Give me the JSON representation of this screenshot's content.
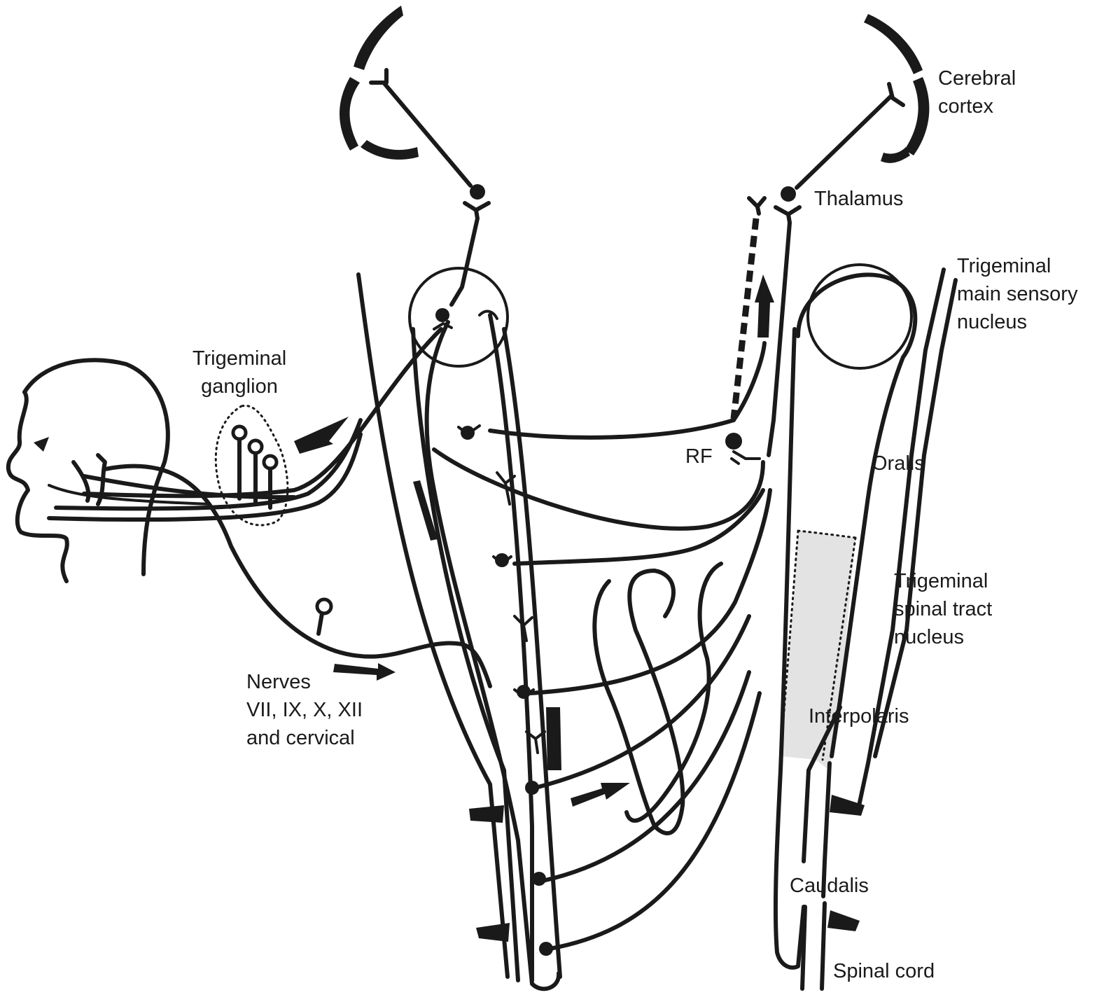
{
  "labels": {
    "cerebral_cortex": [
      "Cerebral",
      "cortex"
    ],
    "thalamus": "Thalamus",
    "main_sensory": [
      "Trigeminal",
      "main sensory",
      "nucleus"
    ],
    "ganglion": [
      "Trigeminal",
      "ganglion"
    ],
    "rf": "RF",
    "oralis": "Oralis",
    "spinal_tract": [
      "Trigeminal",
      "spinal tract",
      "nucleus"
    ],
    "nerves": [
      "Nerves",
      "VII, IX, X, XII",
      "and cervical"
    ],
    "interpolaris": "Interpolaris",
    "caudalis": "Caudalis",
    "spinal_cord": "Spinal cord"
  }
}
